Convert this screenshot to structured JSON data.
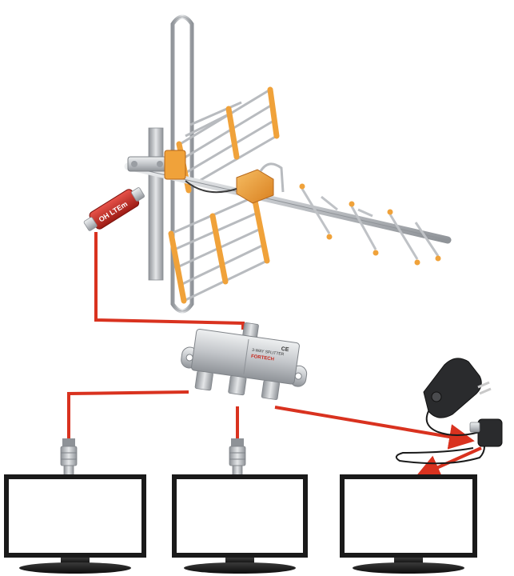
{
  "labels": {
    "amplifier_brand": "OH",
    "amplifier_model": "LTEm",
    "splitter_brand": "FORTECH",
    "splitter_model": "3-WAY SPLITTER",
    "splitter_mark": "CE"
  },
  "colors": {
    "cable": "#d9321f",
    "antenna_orange": "#f0a23a",
    "metal": "#b9bcc0",
    "screen_frame": "#1a1a1a"
  },
  "icons": {
    "antenna": "yagi-antenna-icon",
    "amplifier": "signal-amplifier-icon",
    "splitter": "three-way-splitter-icon",
    "power_adapter": "power-adapter-icon",
    "connector": "coax-connector-icon",
    "tv": "tv-screen-icon"
  }
}
